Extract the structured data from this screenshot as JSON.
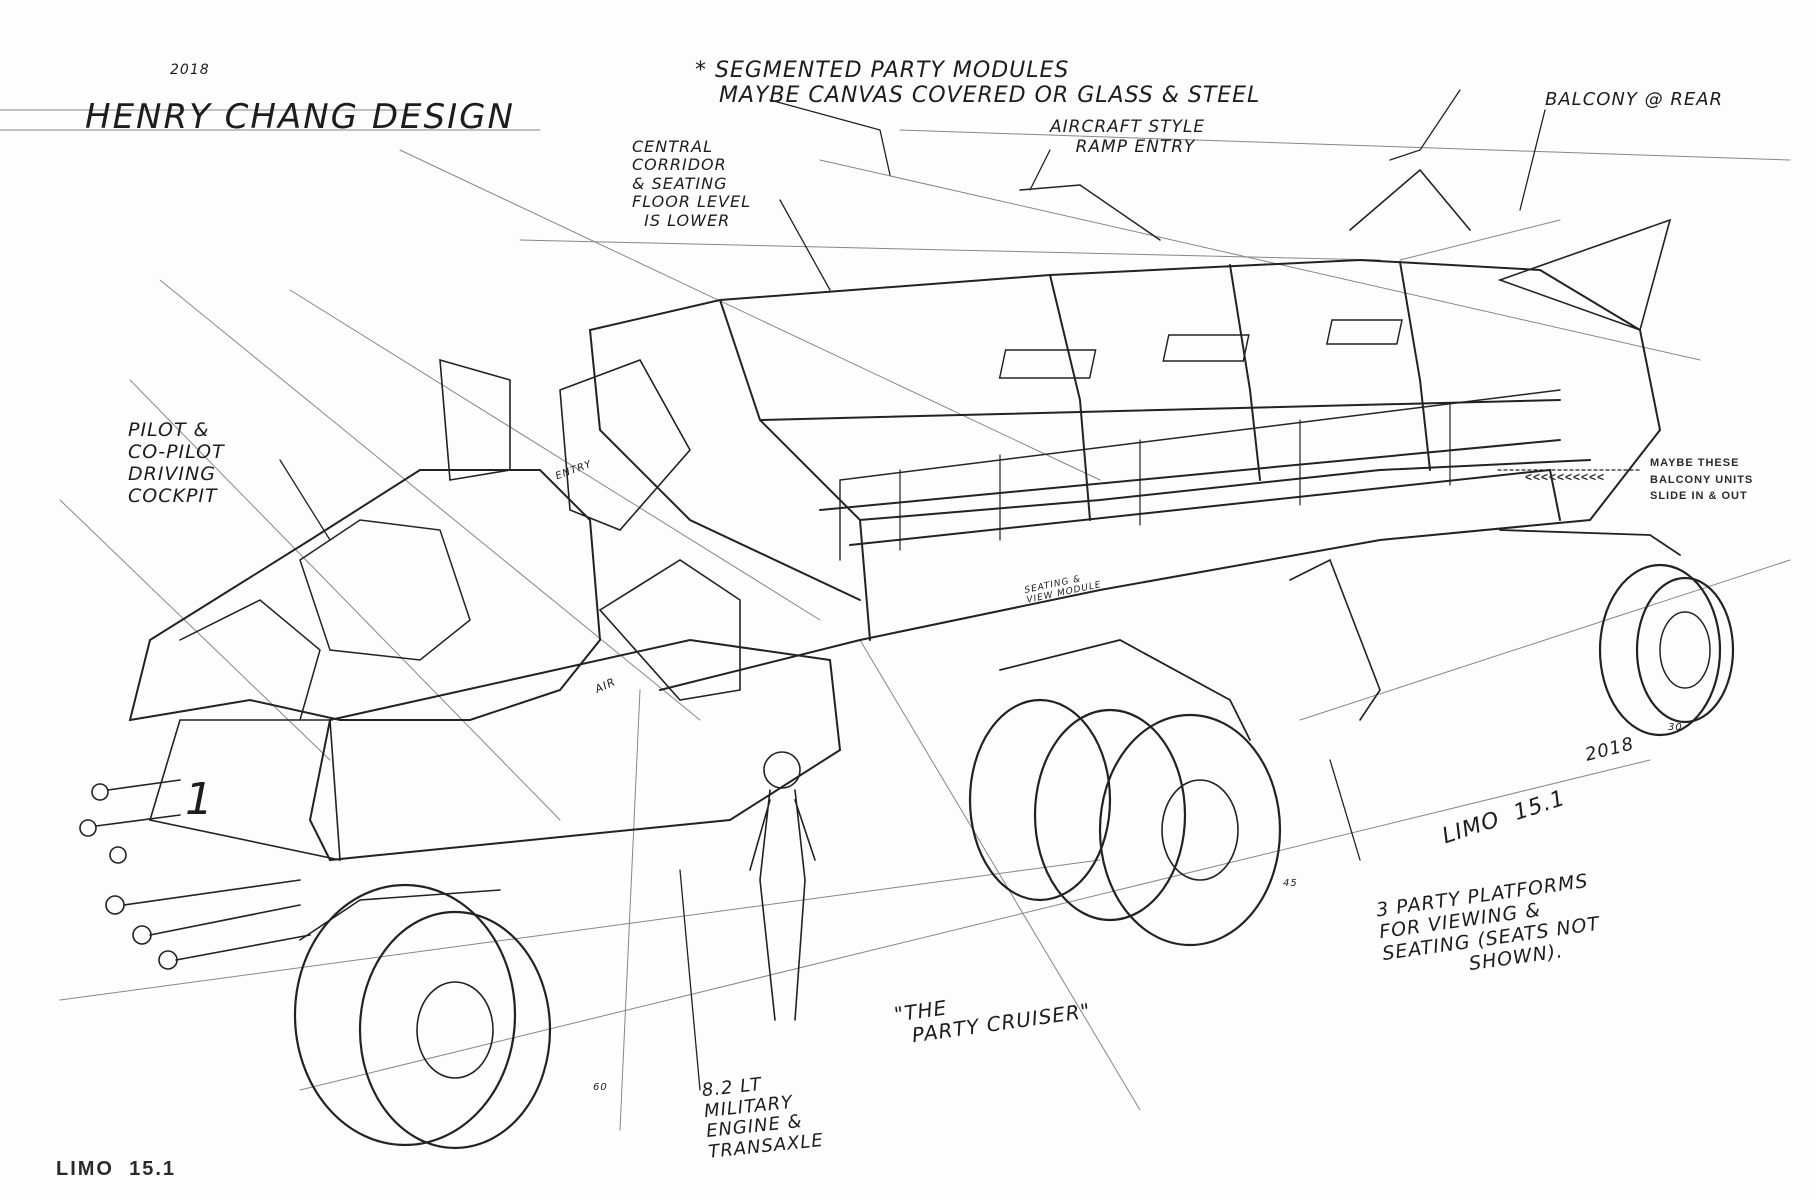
{
  "header": {
    "year": "2018",
    "designer": "Henry Chang Design"
  },
  "annotations": {
    "segmented_modules": "* Segmented Party Modules\n   Maybe canvas covered or glass & steel",
    "aircraft_ramp": "Aircraft style\n    ramp entry",
    "balcony_rear": "Balcony @ Rear",
    "central_corridor": "Central\ncorridor\n& seating\nfloor level\n  is lower",
    "pilot_cockpit": "Pilot &\nco-pilot\ndriving\ncockpit",
    "balcony_units": "<<<<<<<<<<  ",
    "balcony_units_text": "MAYBE THESE\nBALCONY UNITS\nSLIDE IN & OUT",
    "seating_module": "Seating &\nview module",
    "entry_label": "Entry",
    "air_label": "Air",
    "number_one": "1",
    "party_platforms": "3 Party Platforms\nfor viewing &\nseating (seats not\n            shown).",
    "party_cruiser": "\"The\n  Party Cruiser\"",
    "engine": "8.2 LT\nmilitary\nengine &\ntransaxle",
    "signature_year": "2018",
    "signature_model": "Limo  15.1",
    "dim_30": "30",
    "dim_45": "45",
    "dim_60": "60"
  },
  "footer": {
    "caption": "LIMO  15.1"
  }
}
